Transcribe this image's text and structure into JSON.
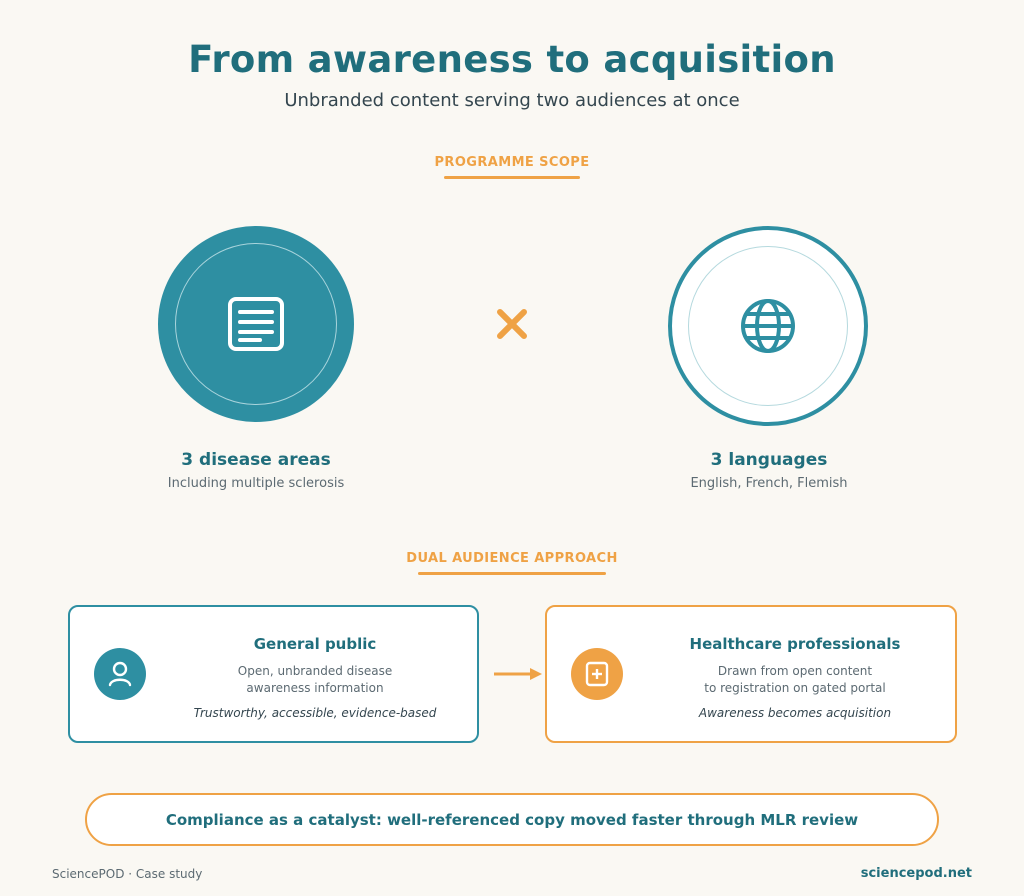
{
  "header": {
    "title": "From awareness to acquisition",
    "subtitle": "Unbranded content serving two audiences at once"
  },
  "scope": {
    "label": "PROGRAMME SCOPE",
    "operator": "×",
    "left": {
      "title": "3 disease areas",
      "subtitle": "Including multiple sclerosis",
      "icon": "document-icon"
    },
    "right": {
      "title": "3 languages",
      "subtitle": "English, French, Flemish",
      "icon": "globe-icon"
    }
  },
  "audience": {
    "label": "DUAL AUDIENCE APPROACH",
    "general": {
      "title": "General public",
      "desc_line1": "Open, unbranded disease",
      "desc_line2": "awareness information",
      "tagline": "Trustworthy, accessible, evidence-based",
      "icon": "person-icon"
    },
    "hcp": {
      "title": "Healthcare professionals",
      "desc_line1": "Drawn from open content",
      "desc_line2": "to registration on gated portal",
      "tagline": "Awareness becomes acquisition",
      "icon": "medical-kit-icon"
    }
  },
  "banner": {
    "text": "Compliance as a catalyst: well-referenced copy moved faster through MLR review"
  },
  "footer": {
    "left": "SciencePOD · Case study",
    "right": "sciencepod.net"
  },
  "colors": {
    "teal": "#2e8fa2",
    "dark_teal": "#206e7c",
    "orange": "#efa245",
    "background": "#faf8f3"
  }
}
